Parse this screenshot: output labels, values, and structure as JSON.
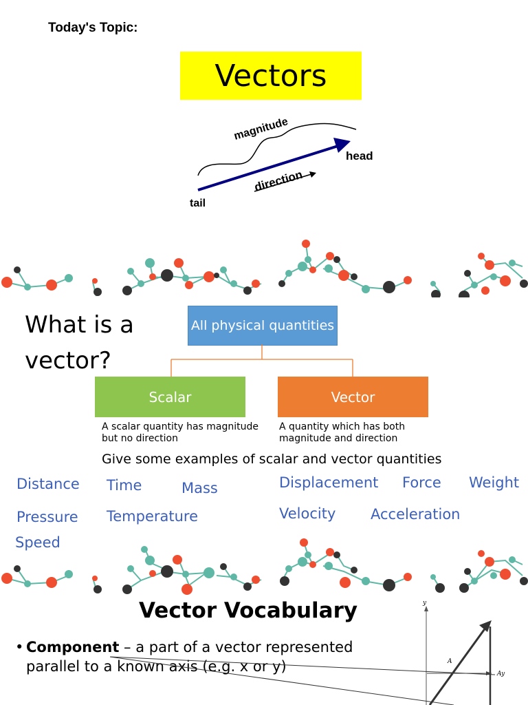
{
  "header": {
    "topic_label": "Today's Topic:",
    "title": "Vectors"
  },
  "vector_diagram": {
    "magnitude": "magnitude",
    "head": "head",
    "direction": "direction",
    "tail": "tail"
  },
  "concept_map": {
    "heading": "What is a vector?",
    "root": "All physical quantities",
    "scalar": {
      "label": "Scalar",
      "description": "A scalar quantity has magnitude but no direction"
    },
    "vector": {
      "label": "Vector",
      "description": "A quantity which has both magnitude and direction"
    }
  },
  "examples": {
    "prompt": "Give some examples of scalar and vector quantities",
    "scalars": [
      "Distance",
      "Time",
      "Mass",
      "Pressure",
      "Temperature",
      "Speed"
    ],
    "vectors": [
      "Displacement",
      "Force",
      "Weight",
      "Velocity",
      "Acceleration"
    ]
  },
  "vocabulary": {
    "title": "Vector Vocabulary",
    "items": [
      {
        "term": "Component",
        "definition": " – a part of a vector represented parallel to a known axis (e.g. x or y)"
      }
    ]
  },
  "axis_diagram": {
    "y_label": "y",
    "vector_label": "A",
    "component_label": "Ay"
  },
  "colors": {
    "title_highlight": "#ffff00",
    "root_box": "#5b9bd5",
    "scalar_box": "#8dc54f",
    "vector_box": "#ed7d31",
    "example_words": "#3c5fb8",
    "arrow": "#000080"
  }
}
